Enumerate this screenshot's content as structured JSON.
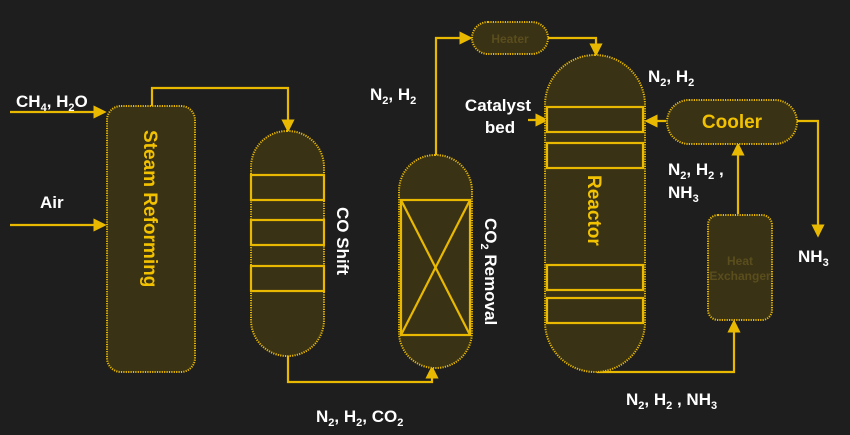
{
  "colors": {
    "background": "#1e1e1e",
    "accent": "#e8b900",
    "vessel_fill": "#3a3214",
    "text": "#ffffff"
  },
  "labels": {
    "feed_ch4_h2o": [
      "CH",
      "4",
      ", H",
      "2",
      "O"
    ],
    "feed_air": "Air",
    "steam_reforming": "Steam Reforming",
    "co_shift": "CO Shift",
    "co2_removal": [
      "CO",
      "2",
      " Removal"
    ],
    "n2_h2_co2": [
      "N",
      "2",
      ", H",
      "2",
      ", CO",
      "2"
    ],
    "n2_h2_top": [
      "N",
      "2",
      ", H",
      "2"
    ],
    "heater": "Heater",
    "catalyst_bed": [
      "Catalyst",
      "bed"
    ],
    "n2_h2_reactor": [
      "N",
      "2",
      ", H",
      "2"
    ],
    "cooler": "Cooler",
    "reactor": "Reactor",
    "n2_h2_nh3_right": [
      "N",
      "2",
      ", H",
      "2",
      " ,",
      "NH",
      "3"
    ],
    "heat_exchanger": [
      "Heat",
      "Exchanger"
    ],
    "nh3_product": [
      "NH",
      "3"
    ],
    "n2_h2_nh3_bottom": [
      "N",
      "2",
      ", H",
      "2",
      " , NH",
      "3"
    ]
  }
}
